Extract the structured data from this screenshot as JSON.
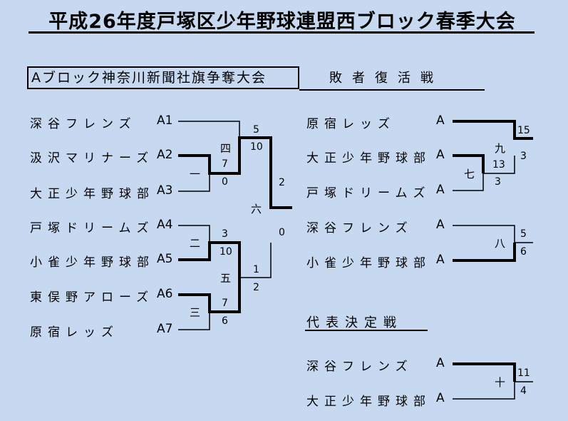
{
  "title": "平成26年度戸塚区少年野球連盟西ブロック春季大会",
  "block_title": "Aブロック神奈川新聞社旗争奪大会",
  "repechage_title": "敗者復活戦",
  "final_title": "代表決定戦",
  "main_teams": [
    {
      "name": "深谷フレンズ",
      "code": "A1"
    },
    {
      "name": "汲沢マリナーズ",
      "code": "A2"
    },
    {
      "name": "大正少年野球部",
      "code": "A3"
    },
    {
      "name": "戸塚ドリームズ",
      "code": "A4"
    },
    {
      "name": "小雀少年野球部",
      "code": "A5"
    },
    {
      "name": "東俣野アローズ",
      "code": "A6"
    },
    {
      "name": "原宿レッズ",
      "code": "A7"
    }
  ],
  "main_games": {
    "g1": {
      "label": "一",
      "scores": [
        "7",
        "0"
      ]
    },
    "g2": {
      "label": "二",
      "scores": [
        "3",
        "10"
      ]
    },
    "g3": {
      "label": "三",
      "scores": [
        "7",
        "6"
      ]
    },
    "g4": {
      "label": "四",
      "scores": [
        "5",
        "10"
      ]
    },
    "g5": {
      "label": "五",
      "scores": [
        "1",
        "2"
      ]
    },
    "g6": {
      "label": "六",
      "scores": [
        "2",
        "0"
      ]
    }
  },
  "repechage_teams": [
    {
      "name": "原宿レッズ",
      "code": "A"
    },
    {
      "name": "大正少年野球部",
      "code": "A"
    },
    {
      "name": "戸塚ドリームズ",
      "code": "A"
    },
    {
      "name": "深谷フレンズ",
      "code": "A"
    },
    {
      "name": "小雀少年野球部",
      "code": "A"
    }
  ],
  "repechage_games": {
    "g7": {
      "label": "七",
      "scores": [
        "13",
        "3"
      ]
    },
    "g8": {
      "label": "八",
      "scores": [
        "5",
        "6"
      ]
    },
    "g9": {
      "label": "九",
      "scores": [
        "15",
        "3"
      ]
    }
  },
  "final_teams": [
    {
      "name": "深谷フレンズ",
      "code": "A"
    },
    {
      "name": "大正少年野球部",
      "code": "A"
    }
  ],
  "final_game": {
    "label": "十",
    "scores": [
      "11",
      "4"
    ]
  }
}
